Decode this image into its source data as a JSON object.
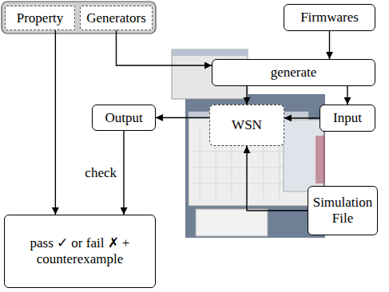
{
  "diagram": {
    "nodes": [
      {
        "text": [
          "Property"
        ]
      },
      {
        "text": [
          "Generators"
        ]
      },
      {
        "text": [
          "Firmwares"
        ]
      },
      {
        "text": [
          "generate"
        ]
      },
      {
        "text": [
          "Output"
        ]
      },
      {
        "text": [
          "WSN"
        ]
      },
      {
        "text": [
          "Input"
        ]
      },
      {
        "text": [
          "Simulation File"
        ]
      },
      {
        "text": [
          "pass ✓ or fail ✗ + counterexample"
        ]
      }
    ],
    "edges": [
      {
        "from": 0,
        "to": 8,
        "arrow": "to"
      },
      {
        "from": 1,
        "to": 3,
        "arrow": "to"
      },
      {
        "from": 2,
        "to": 3,
        "arrow": "to"
      },
      {
        "from": 3,
        "to": 5,
        "arrow": "to"
      },
      {
        "from": 3,
        "to": 6,
        "arrow": "to"
      },
      {
        "from": 6,
        "to": 5,
        "arrow": "to"
      },
      {
        "from": 5,
        "to": 4,
        "arrow": "to"
      },
      {
        "from": 4,
        "to": 8,
        "label": "check",
        "arrow": "to"
      },
      {
        "from": 7,
        "to": 5,
        "arrow": "to"
      }
    ]
  }
}
